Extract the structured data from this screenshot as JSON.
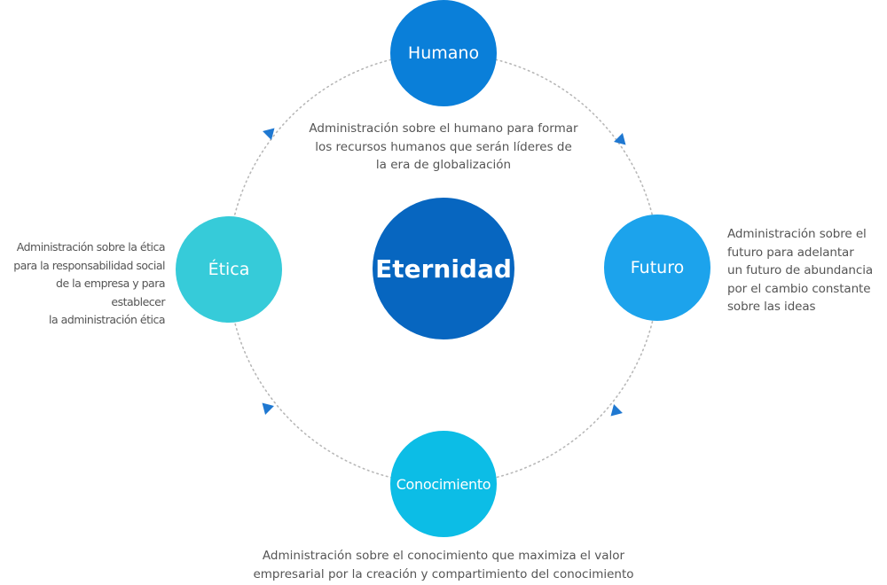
{
  "colors": {
    "humano": "#0a7fd9",
    "futuro": "#1ca3ec",
    "etica": "#36cbd9",
    "conocimiento": "#0cbde6",
    "center": "#0766c0",
    "ring": "#b8b8b8",
    "arrow": "#1f78d1"
  },
  "center": {
    "label": "Eternidad"
  },
  "nodes": {
    "humano": {
      "label": "Humano",
      "description": "Administración sobre el humano para formar\nlos recursos humanos que serán líderes de\nla era de globalización"
    },
    "futuro": {
      "label": "Futuro",
      "description": "Administración sobre el\nfuturo para adelantar\nun futuro de abundancia\npor el cambio constante\nsobre las ideas"
    },
    "conocimiento": {
      "label": "Conocimiento",
      "description": "Administración sobre el conocimiento que maximiza el valor\nempresarial por la creación y compartimiento del conocimiento"
    },
    "etica": {
      "label": "Ética",
      "description": "Administración sobre la ética\npara la responsabilidad social\nde la empresa y para establecer\nla administración ética"
    }
  }
}
